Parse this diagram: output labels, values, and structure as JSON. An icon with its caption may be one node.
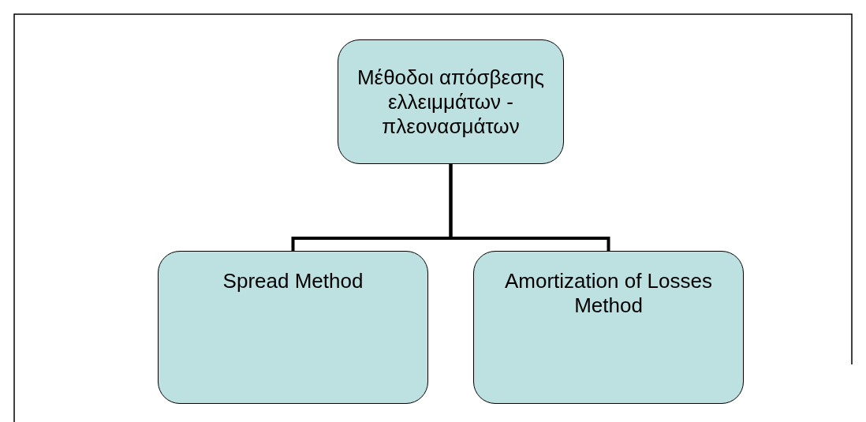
{
  "diagram": {
    "nodes": [
      {
        "text": [
          "Μέθοδοι απόσβεσης ελλειμμάτων - πλεονασμάτων"
        ]
      },
      {
        "text": [
          "Spread Method"
        ]
      },
      {
        "text": [
          "Amortization of Losses Method"
        ]
      }
    ],
    "edges": [
      {
        "from": 0,
        "to": 1,
        "arrow": "none"
      },
      {
        "from": 0,
        "to": 2,
        "arrow": "none"
      }
    ]
  }
}
